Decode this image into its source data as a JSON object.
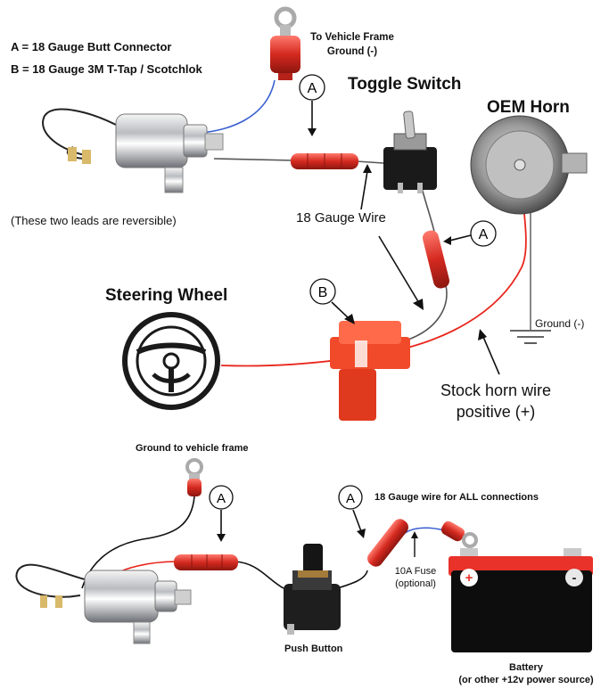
{
  "legend": {
    "a": "A = 18 Gauge Butt Connector",
    "b": "B = 18 Gauge 3M T-Tap / Scotchlok"
  },
  "top": {
    "frame_ground_line1": "To Vehicle Frame",
    "frame_ground_line2": "Ground (-)",
    "toggle_switch": "Toggle Switch",
    "oem_horn": "OEM Horn",
    "reversible_note": "(These two leads are reversible)",
    "gauge_wire": "18 Gauge Wire",
    "steering_wheel": "Steering Wheel",
    "ground": "Ground (-)",
    "stock_wire_line1": "Stock horn wire",
    "stock_wire_line2": "positive (+)",
    "marker_a": "A",
    "marker_b": "B"
  },
  "bottom": {
    "ground_to_frame": "Ground to vehicle frame",
    "gauge_all": "18 Gauge wire for ALL connections",
    "fuse_line1": "10A Fuse",
    "fuse_line2": "(optional)",
    "push_button": "Push Button",
    "battery_line1": "Battery",
    "battery_line2": "(or other +12v power source)",
    "plus": "+",
    "minus": "-"
  },
  "colors": {
    "red_wire": "#e8261c",
    "blue_wire": "#3a5fd0",
    "connector": "#d9342b",
    "scotchlok": "#f04a2a",
    "battery_body": "#0d0d0d",
    "battery_top": "#e8322a"
  }
}
